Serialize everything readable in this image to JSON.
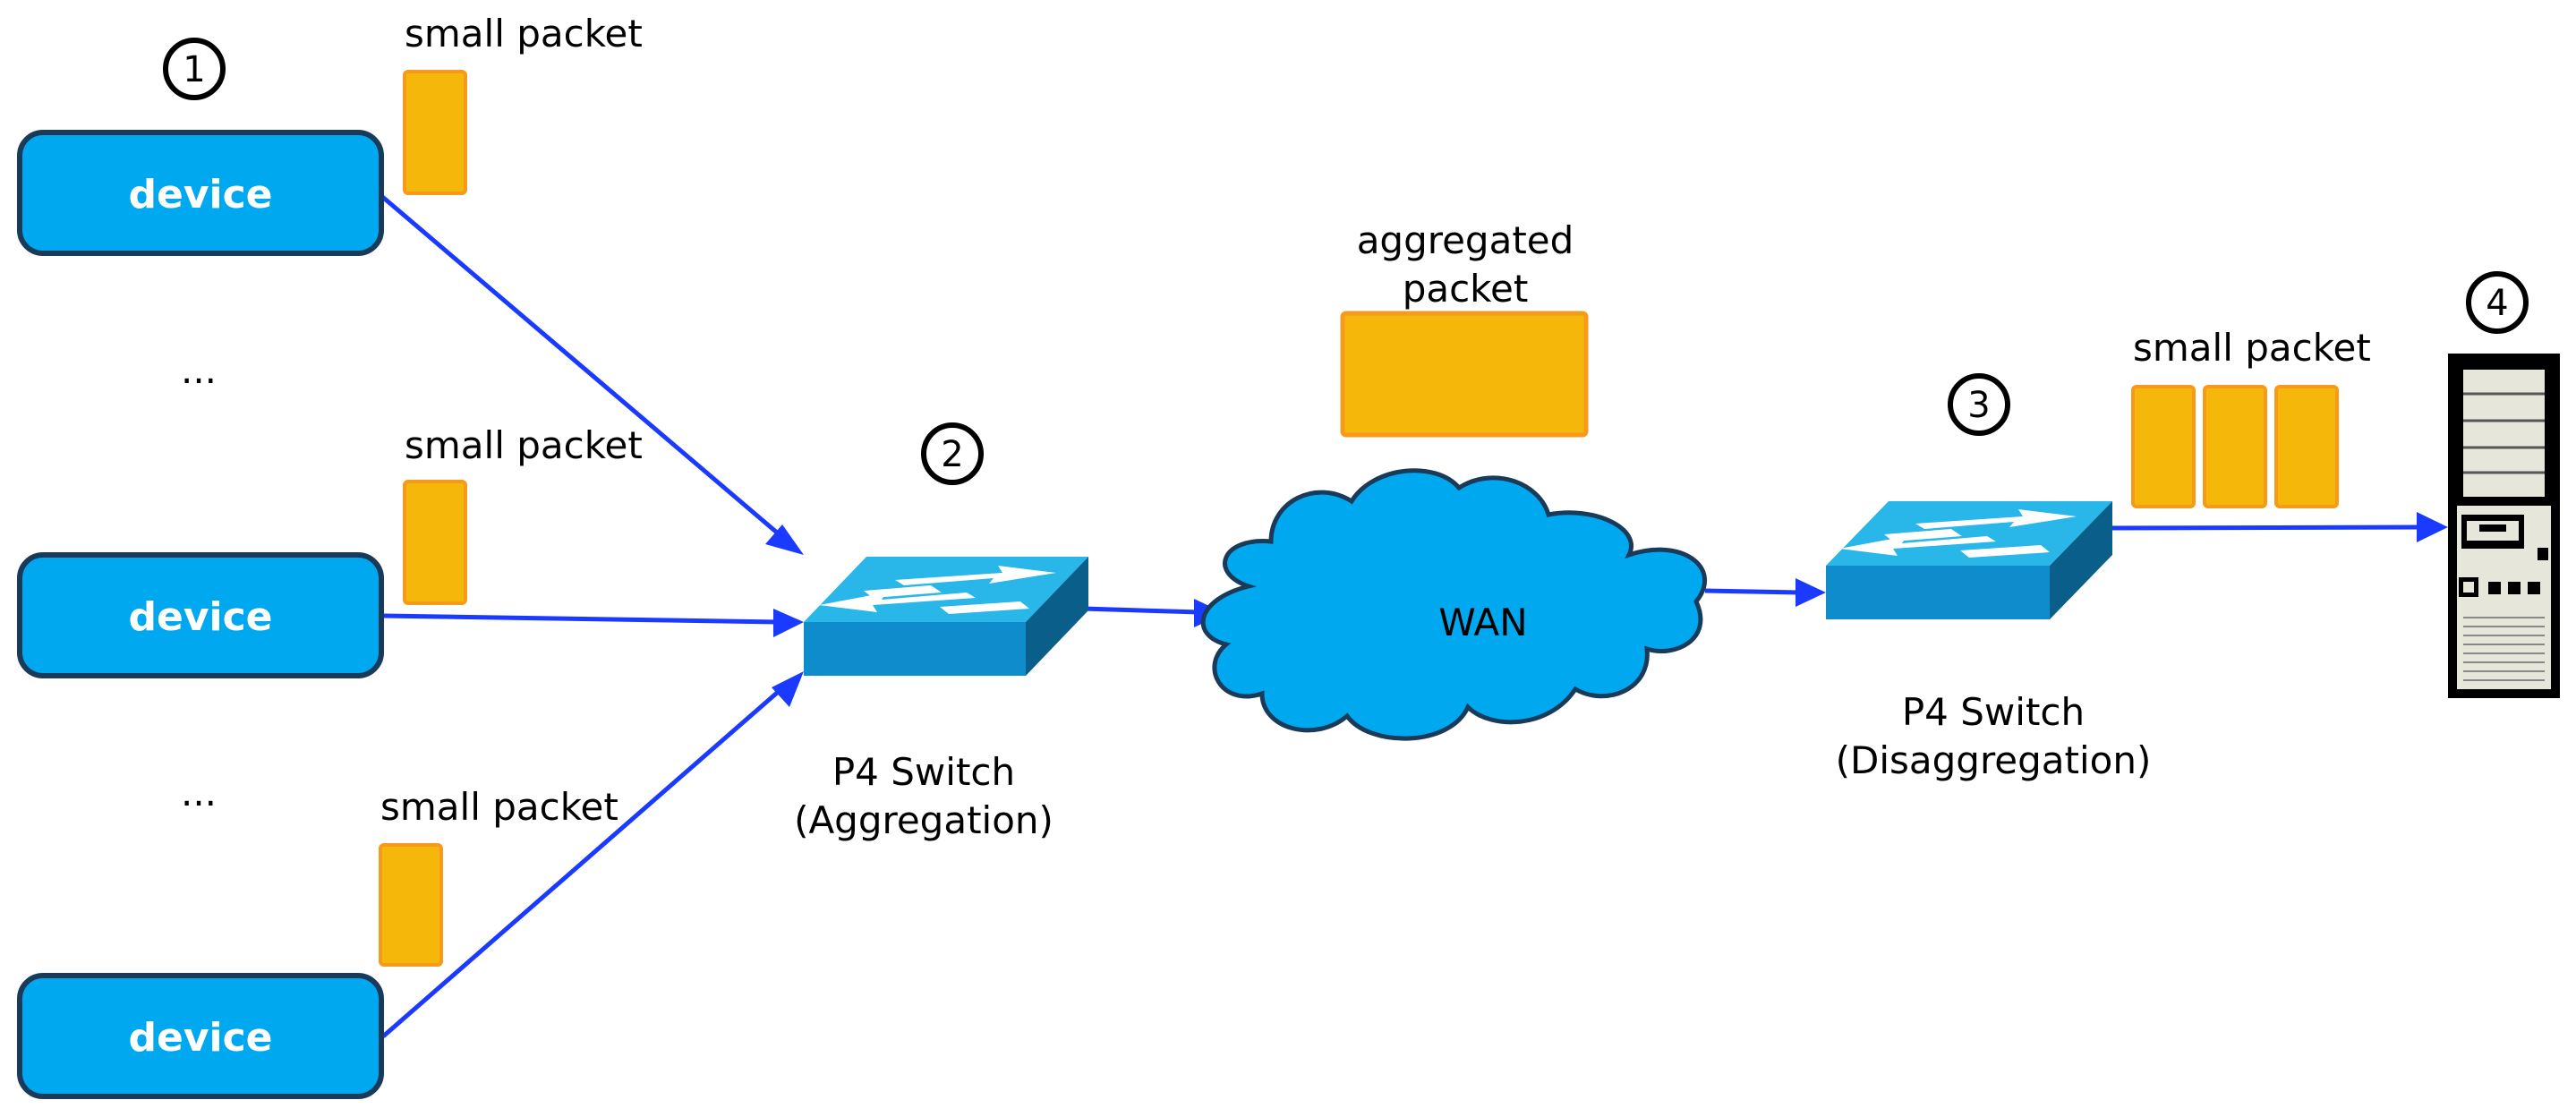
{
  "devices": [
    {
      "label": "device"
    },
    {
      "label": "device"
    },
    {
      "label": "device"
    }
  ],
  "ellipses": [
    "...",
    "..."
  ],
  "small_packet_labels": [
    "small packet",
    "small packet",
    "small packet",
    "small packet"
  ],
  "aggregated_packet_label": [
    "aggregated",
    "packet"
  ],
  "wan_label": "WAN",
  "switch_aggregation": {
    "line1": "P4 Switch",
    "line2": "(Aggregation)"
  },
  "switch_disaggregation": {
    "line1": "P4 Switch",
    "line2": "(Disaggregation)"
  },
  "step_numbers": [
    "1",
    "2",
    "3",
    "4"
  ],
  "colors": {
    "device_fill": "#00a8f0",
    "device_stroke": "#1a3a5a",
    "packet_fill": "#f5b80a",
    "packet_stroke": "#f59a1a",
    "arrow": "#1a3aff",
    "switch_top": "#29b6e8",
    "switch_front": "#0e8ccc",
    "switch_side": "#0a5f8a",
    "cloud_fill": "#00a8f0",
    "cloud_stroke": "#1a3a5a"
  },
  "icons": [
    "switch-icon",
    "switch-icon",
    "cloud-icon",
    "server-icon"
  ]
}
